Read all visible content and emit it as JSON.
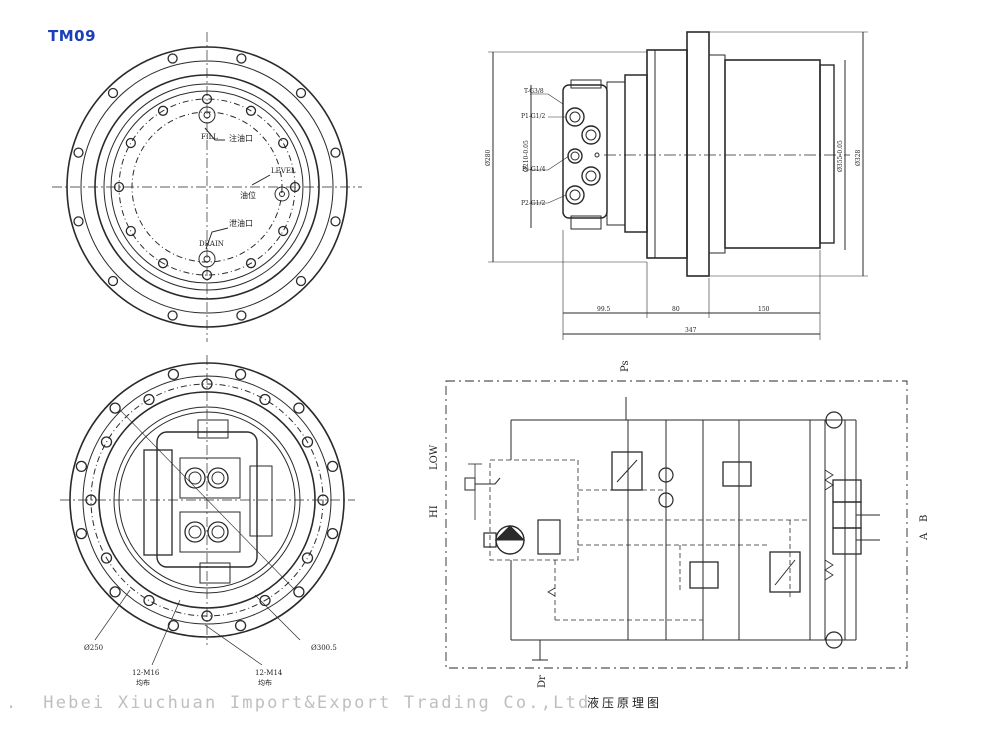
{
  "model": "TM09",
  "watermark": ".  Hebei Xiuchuan Import&Export Trading Co.,Ltd",
  "top_view": {
    "labels": {
      "fill": "FILL",
      "fill_cn": "注油口",
      "level": "LEVEL",
      "level_cn": "油位",
      "drain_cn": "泄油口",
      "drain": "DRAIN"
    }
  },
  "side_view": {
    "ports": [
      "T-G3/8",
      "P1-G1/2",
      "Ps-G1/4",
      "P2-G1/2"
    ],
    "dims": {
      "d280": "Ø280",
      "d210": "Ø210-0.05",
      "d355": "Ø355-0.05",
      "d328": "Ø328",
      "l99": "99.5",
      "l80": "80",
      "l150": "150",
      "l347": "347"
    }
  },
  "bottom_view": {
    "d250": "Ø250",
    "d300": "Ø300.5",
    "bolt1": "12-M16",
    "bolt1_cn": "均布",
    "bolt2": "12-M14",
    "bolt2_cn": "均布"
  },
  "hydraulic": {
    "ps": "Ps",
    "dr": "Dr",
    "low": "LOW",
    "hi": "HI",
    "a": "A",
    "b": "B",
    "caption": "液压原理图"
  }
}
